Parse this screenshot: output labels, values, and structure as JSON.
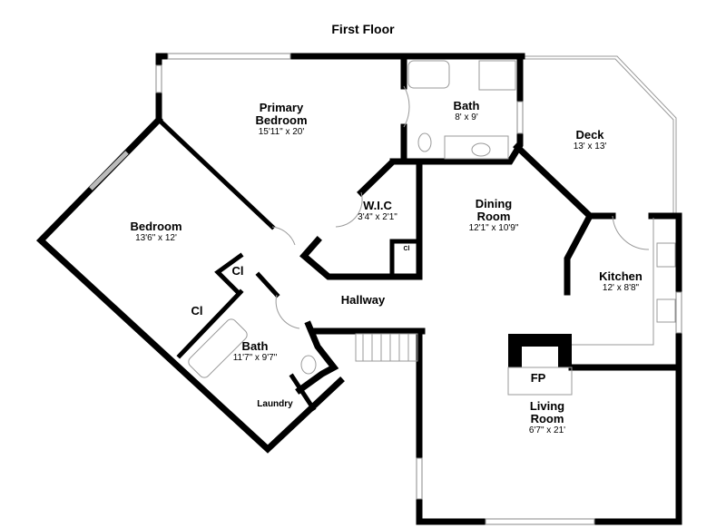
{
  "title": "First Floor",
  "rooms": {
    "primary_bedroom": {
      "name_line1": "Primary",
      "name_line2": "Bedroom",
      "dims": "15'11\" x 20'"
    },
    "primary_bath": {
      "name": "Bath",
      "dims": "8' x 9'"
    },
    "deck": {
      "name": "Deck",
      "dims": "13' x 13'"
    },
    "bedroom": {
      "name": "Bedroom",
      "dims": "13'6\" x 12'"
    },
    "wic": {
      "name": "W.I.C",
      "dims": "3'4\" x 2'1\""
    },
    "dining": {
      "name_line1": "Dining",
      "name_line2": "Room",
      "dims": "12'1\" x 10'9\""
    },
    "kitchen": {
      "name": "Kitchen",
      "dims": "12' x 8'8\""
    },
    "hallway": {
      "name": "Hallway"
    },
    "closet1": {
      "name": "Cl"
    },
    "closet2": {
      "name": "Cl"
    },
    "closet3": {
      "name": "Cl"
    },
    "bath": {
      "name": "Bath",
      "dims": "11'7\" x 9'7\""
    },
    "laundry": {
      "name": "Laundry"
    },
    "fireplace": {
      "name": "FP"
    },
    "living": {
      "name_line1": "Living",
      "name_line2": "Room",
      "dims": "6'7\" x 21'"
    }
  }
}
